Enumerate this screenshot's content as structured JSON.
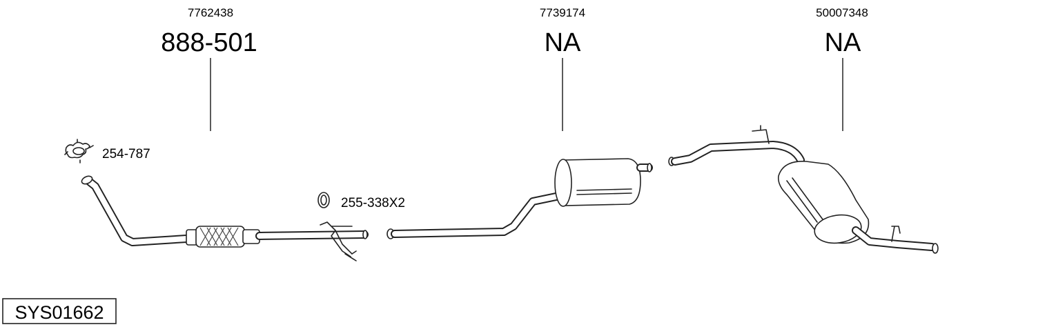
{
  "parts": [
    {
      "oe_number": "7762438",
      "part_number": "888-501"
    },
    {
      "oe_number": "7739174",
      "part_number": "NA"
    },
    {
      "oe_number": "50007348",
      "part_number": "NA"
    }
  ],
  "accessories": [
    {
      "part_number": "254-787"
    },
    {
      "part_number": "255-338X2"
    }
  ],
  "system_code": "SYS01662"
}
